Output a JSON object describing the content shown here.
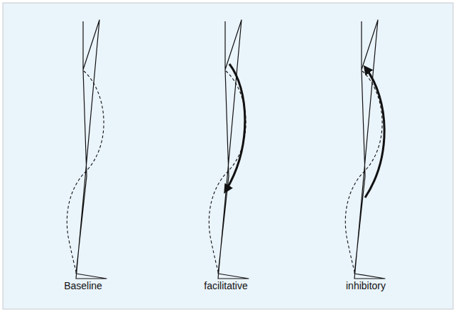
{
  "diagram": {
    "labels": [
      "Baseline",
      "facilitative",
      "inhibitory"
    ]
  }
}
